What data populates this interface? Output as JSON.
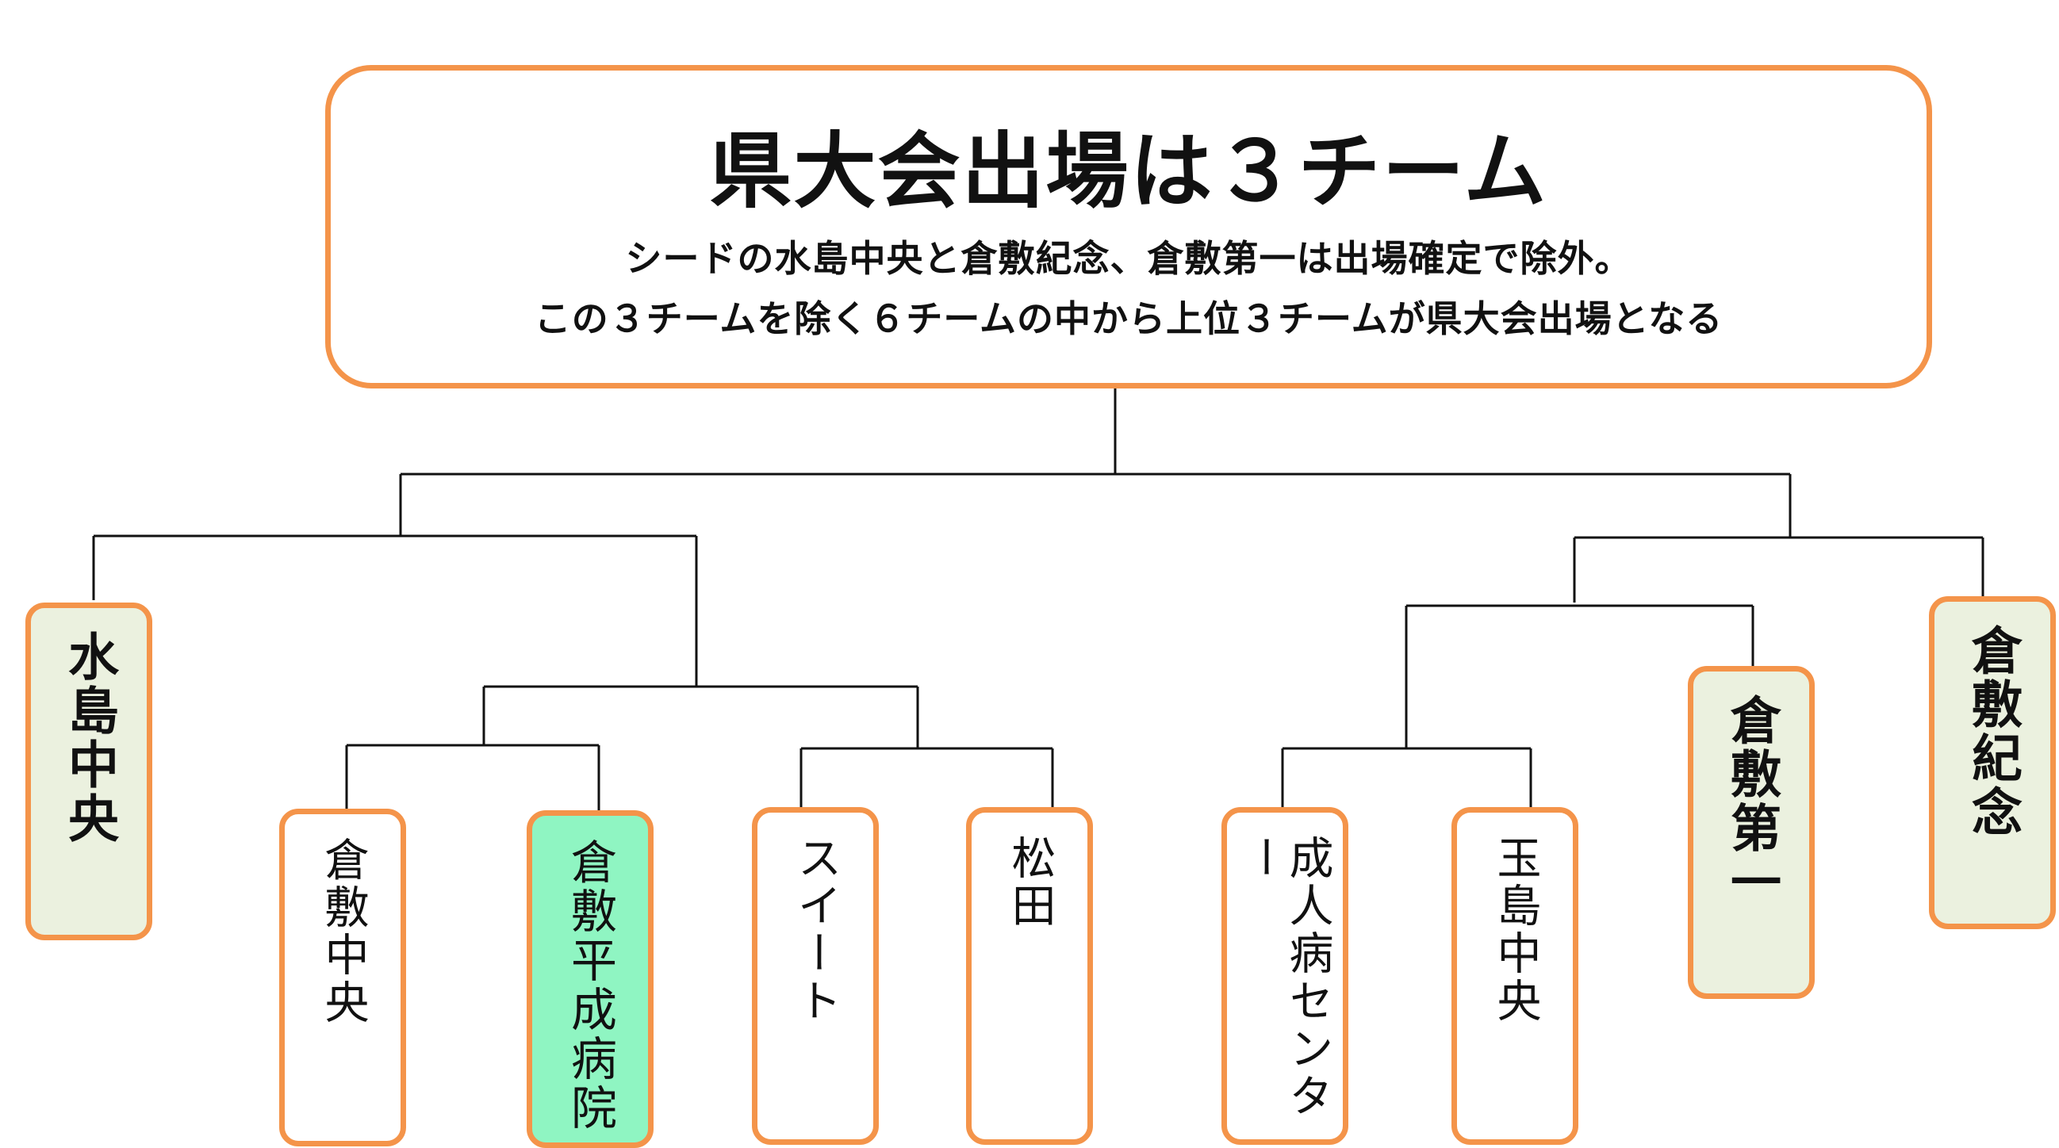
{
  "header": {
    "title": "県大会出場は３チーム",
    "line1": "シードの水島中央と倉敷紀念、倉敷第一は出場確定で除外。",
    "line2": "この３チームを除く６チームの中から上位３チームが県大会出場となる"
  },
  "teams": {
    "mizushima_chuo": "水島中央",
    "kurashiki_chuo": "倉敷中央",
    "kurashiki_heisei": "倉敷平成病院",
    "suito": "スイート",
    "matsuda": "松田",
    "seijinbyo_center": "成人病センター",
    "tamashima_chuo": "玉島中央",
    "kurashiki_daiichi": "倉敷第一",
    "kurashiki_kinen": "倉敷紀念"
  },
  "colors": {
    "border": "#F4944A",
    "seed_fill": "#EBF1DF",
    "highlight_fill": "#8FF5C2",
    "line": "#111111"
  }
}
